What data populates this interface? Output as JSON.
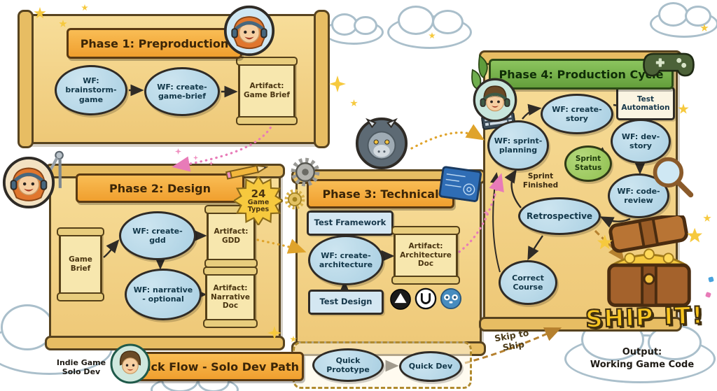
{
  "colors": {
    "parchment": "#f2d487",
    "banner_orange": "#f4a93a",
    "banner_green": "#76ab49",
    "node_blue": "#b3d4e5",
    "node_green": "#9ac556",
    "artifact_cream": "#f7e7ae",
    "testbox_blue": "#d4e7f2",
    "ship_yellow": "#f8c51f",
    "arrow_pink": "#e87bb8",
    "arrow_yellow": "#dfa32b",
    "arrow_tan": "#b5802e",
    "outline": "#2f2b26"
  },
  "phase1": {
    "title": "Phase 1: Preproduction",
    "wf_brainstorm": "WF: brainstorm-game",
    "wf_create_brief": "WF: create-game-brief",
    "artifact_game_brief": "Artifact: Game Brief"
  },
  "phase2": {
    "title": "Phase 2: Design",
    "badge_number": "24",
    "badge_label": "Game Types",
    "input_game_brief": "Game Brief",
    "wf_create_gdd": "WF: create-gdd",
    "artifact_gdd": "Artifact: GDD",
    "wf_narrative": "WF: narrative - optional",
    "artifact_narrative": "Artifact: Narrative Doc"
  },
  "phase3": {
    "title": "Phase 3: Technical",
    "test_framework": "Test Framework",
    "wf_create_architecture": "WF: create-architecture",
    "artifact_architecture": "Artifact: Architecture Doc",
    "test_design": "Test Design"
  },
  "phase4": {
    "title": "Phase 4: Production Cycle",
    "wf_create_story": "WF: create-story",
    "test_automation": "Test Automation",
    "wf_sprint_planning": "WF: sprint-planning",
    "wf_dev_story": "WF: dev-story",
    "sprint_status": "Sprint Status",
    "wf_code_review": "WF: code-review",
    "sprint_finished": "Sprint Finished",
    "retrospective": "Retrospective",
    "correct_course": "Correct Course"
  },
  "ship": {
    "title": "SHIP IT!",
    "output_label": "Output:",
    "output_value": "Working Game Code"
  },
  "quick_flow": {
    "title": "Quick Flow - Solo Dev Path",
    "solo_label": "Indie Game Solo Dev",
    "prototype": "Quick Prototype",
    "dev": "Quick Dev",
    "skip": "Skip to Ship"
  },
  "icons": {
    "avatar-phase1": "woman-with-headset",
    "avatar-phase2": "woman-with-drafting-compass",
    "avatar-phase3": "dragon-mascot",
    "avatar-phase4": "boy-with-headset",
    "avatar-solo-dev": "boy-solo-dev",
    "controller-icon": "game-controller",
    "gear-icon": "gear",
    "pencil-icon": "pencil",
    "compass-icon": "drafting-compass",
    "blueprint-icon": "blueprint",
    "keyboard-icon": "keyboard",
    "magnifier-icon": "magnifying-glass",
    "unity-icon": "unity-engine-logo",
    "unreal-icon": "unreal-engine-logo",
    "godot-icon": "godot-engine-logo",
    "treasure-chest": "open-treasure-chest",
    "leaf-icon": "leaves",
    "cloud": "cloud",
    "star": "star"
  }
}
